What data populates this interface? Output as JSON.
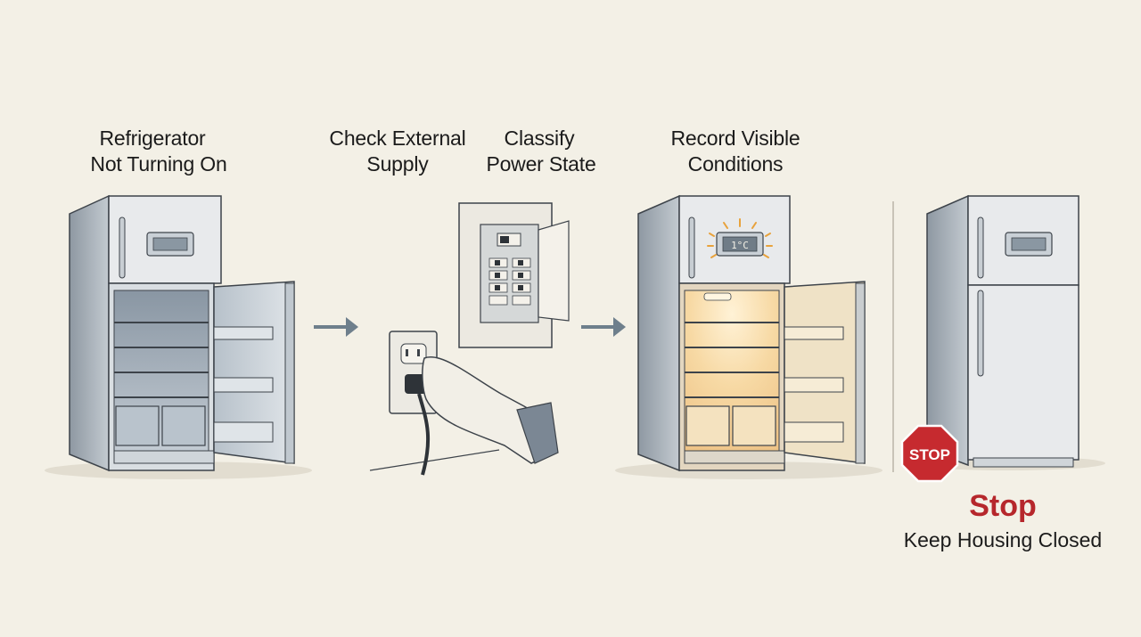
{
  "steps": [
    {
      "line1": "Refrigerator",
      "line2": "Not Turning On"
    },
    {
      "line1": "Check External",
      "line2": "Supply"
    },
    {
      "line1": "Classify",
      "line2": "Power State"
    },
    {
      "line1": "Record Visible",
      "line2": "Conditions"
    }
  ],
  "stop": {
    "sign_text": "STOP",
    "title": "Stop",
    "subtitle": "Keep Housing Closed"
  },
  "display": {
    "reading": "1°C"
  },
  "colors": {
    "background": "#f3f0e6",
    "fridge_body": "#e9ebed",
    "fridge_shade": "#9aa3ab",
    "interior_dark": "#aab4bf",
    "interior_lit": "#f6d9a6",
    "arrow": "#6e7f8c",
    "stop_red": "#c62a2f"
  },
  "icons": [
    "right-arrow-icon",
    "stop-sign-icon",
    "hand-icon",
    "power-plug-icon",
    "light-glow-icon"
  ]
}
